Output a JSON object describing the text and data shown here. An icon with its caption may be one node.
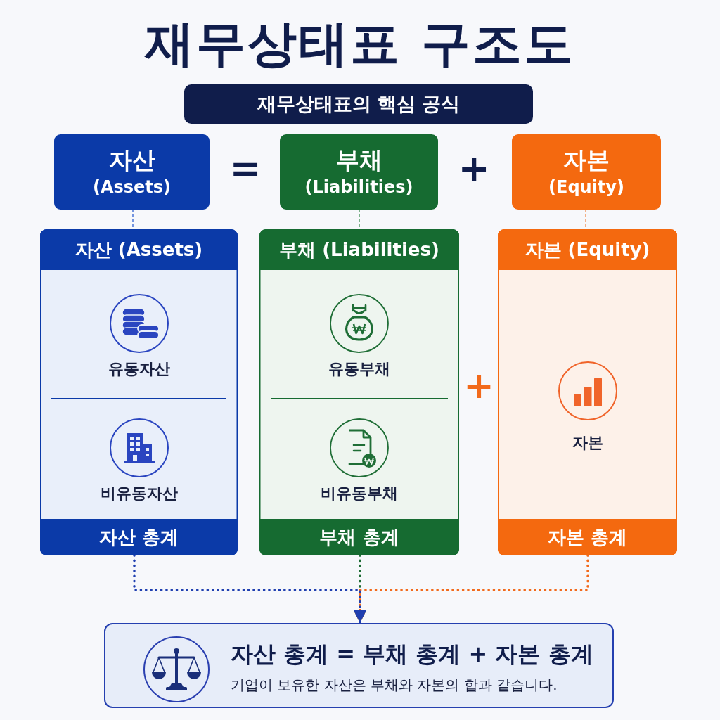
{
  "diagram": {
    "title": "재무상태표 구조도",
    "nodes": [
      {
        "text": [
          "재무상태표의 핵심 공식"
        ]
      },
      {
        "text": [
          "자산",
          "(Assets)"
        ]
      },
      {
        "text": [
          "부채",
          "(Liabilities)"
        ]
      },
      {
        "text": [
          "자본",
          "(Equity)"
        ]
      },
      {
        "text": [
          "유동자산",
          "비유동자산"
        ]
      },
      {
        "text": [
          "자산 (Assets)"
        ],
        "in": 4
      },
      {
        "text": [
          "자산 총계"
        ],
        "in": 4
      },
      {
        "text": [
          "유동부채",
          "비유동부채"
        ]
      },
      {
        "text": [
          "부채 (Liabilities)"
        ],
        "in": 7
      },
      {
        "text": [
          "부채 총계"
        ],
        "in": 7
      },
      {
        "text": [
          "자본"
        ]
      },
      {
        "text": [
          "자본 (Equity)"
        ],
        "in": 10
      },
      {
        "text": [
          "자본 총계"
        ],
        "in": 10
      },
      {
        "text": [
          "자산 총계 = 부채 총계 + 자본 총계",
          "기업이 보유한 자산은 부채와 자본의 합과 같습니다."
        ]
      }
    ],
    "edges": [
      {
        "from": 1,
        "to": 4,
        "arrow": "none",
        "style": "dashed",
        "color": "#2f5fd0"
      },
      {
        "from": 2,
        "to": 7,
        "arrow": "none",
        "style": "dashed",
        "color": "#3a8a4e"
      },
      {
        "from": 3,
        "to": 10,
        "arrow": "none",
        "style": "dashed",
        "color": "#f08a4b"
      },
      {
        "from": 6,
        "to": 13,
        "arrow": "to",
        "style": "dashed",
        "color": "#1f3fb0"
      },
      {
        "from": 9,
        "to": 13,
        "arrow": "to",
        "style": "dashed",
        "color": "#1d6b34"
      },
      {
        "from": 12,
        "to": 13,
        "arrow": "to",
        "style": "dashed",
        "color": "#f26a1b"
      }
    ],
    "labels": [
      "=",
      "+",
      "+"
    ]
  }
}
